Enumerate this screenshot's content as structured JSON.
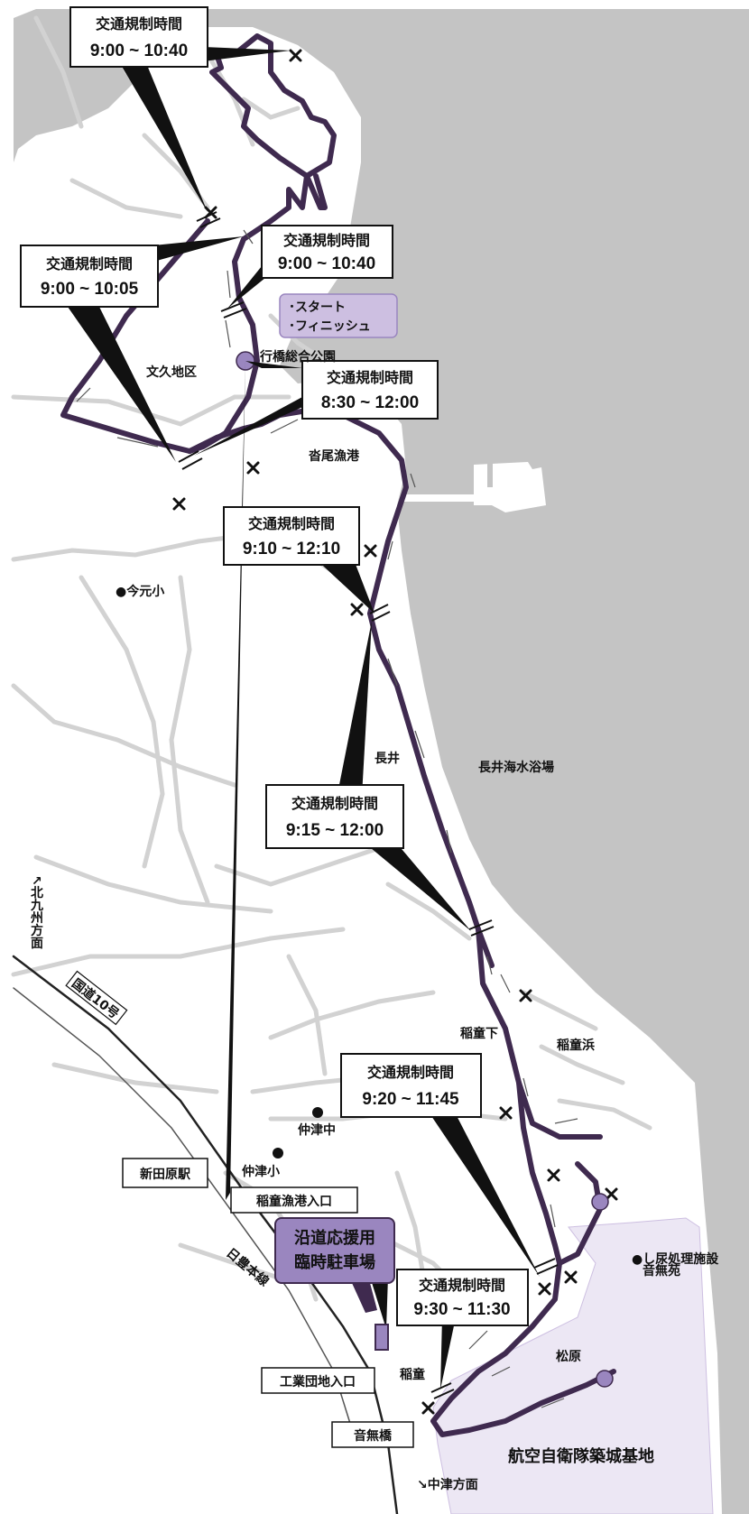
{
  "colors": {
    "sea": "#c4c4c4",
    "land": "#ffffff",
    "roads": "#d2d2d2",
    "route": "#3f2a4f",
    "accent": "#9a86bf",
    "accent_light": "#cdbfe1",
    "base_area": "#ece7f4",
    "ink": "#111111"
  },
  "restrictions": [
    {
      "id": "r1",
      "title": "交通規制時間",
      "time": "9:00 ~ 10:40"
    },
    {
      "id": "r2",
      "title": "交通規制時間",
      "time": "9:00 ~ 10:40"
    },
    {
      "id": "r3",
      "title": "交通規制時間",
      "time": "9:00 ~ 10:05"
    },
    {
      "id": "r4",
      "title": "交通規制時間",
      "time": "8:30 ~ 12:00"
    },
    {
      "id": "r5",
      "title": "交通規制時間",
      "time": "9:10 ~ 12:10"
    },
    {
      "id": "r6",
      "title": "交通規制時間",
      "time": "9:15 ~ 12:00"
    },
    {
      "id": "r7",
      "title": "交通規制時間",
      "time": "9:20 ~ 11:45"
    },
    {
      "id": "r8",
      "title": "交通規制時間",
      "time": "9:30 ~ 11:30"
    }
  ],
  "start_finish": {
    "line1": "･スタート",
    "line2": "･フィニッシュ"
  },
  "parking": {
    "line1": "沿道応援用",
    "line2": "臨時駐車場"
  },
  "places": {
    "park": "行橋総合公園",
    "bunkyu": "文久地区",
    "ounofishing": "沓尾漁港",
    "imamoto": "●今元小",
    "nagai": "長井",
    "nagai_beach": "長井海水浴場",
    "inadoshita": "稲童下",
    "inadohama": "稲童浜",
    "nakatsu_jh": "仲津中",
    "nakatsu_es": "仲津小",
    "inado": "稲童",
    "matsubara": "松原",
    "base": "航空自衛隊築城基地",
    "sewage_line1": "●し尿処理施設",
    "sewage_line2": "音無苑"
  },
  "boxes": {
    "shindenbaru": "新田原駅",
    "inado_port": "稲童漁港入口",
    "industrial": "工業団地入口",
    "otonashi": "音無橋"
  },
  "directions": {
    "kitakyushu": "↖北九州方面",
    "nakatsu": "↘中津方面"
  },
  "roads": {
    "route10": "国道10号",
    "nippo": "日豊本線"
  }
}
